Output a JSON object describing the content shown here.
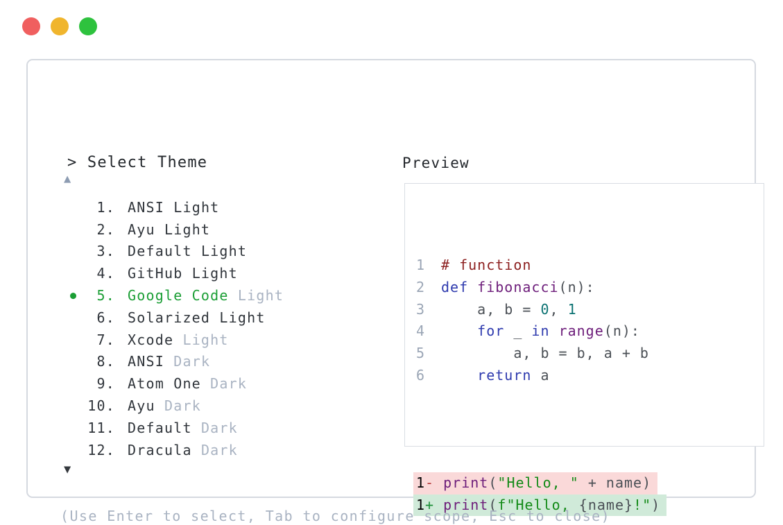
{
  "window": {
    "traffic_lights": [
      {
        "name": "close",
        "color": "#f05f5f"
      },
      {
        "name": "minimize",
        "color": "#f0b52d"
      },
      {
        "name": "zoom",
        "color": "#2ec23e"
      }
    ]
  },
  "palette": {
    "title": "> Select Theme",
    "up_arrow": "▲",
    "down_arrow": "▼",
    "selected_bullet": "●",
    "items": [
      {
        "number": "1.",
        "name": "ANSI",
        "suffix": "Light",
        "muted_suffix": false,
        "selected": false
      },
      {
        "number": "2.",
        "name": "Ayu",
        "suffix": "Light",
        "muted_suffix": false,
        "selected": false
      },
      {
        "number": "3.",
        "name": "Default",
        "suffix": "Light",
        "muted_suffix": false,
        "selected": false
      },
      {
        "number": "4.",
        "name": "GitHub",
        "suffix": "Light",
        "muted_suffix": false,
        "selected": false
      },
      {
        "number": "5.",
        "name": "Google Code",
        "suffix": "Light",
        "muted_suffix": true,
        "selected": true
      },
      {
        "number": "6.",
        "name": "Solarized",
        "suffix": "Light",
        "muted_suffix": false,
        "selected": false
      },
      {
        "number": "7.",
        "name": "Xcode",
        "suffix": "Light",
        "muted_suffix": true,
        "selected": false
      },
      {
        "number": "8.",
        "name": "ANSI",
        "suffix": "Dark",
        "muted_suffix": true,
        "selected": false
      },
      {
        "number": "9.",
        "name": "Atom One",
        "suffix": "Dark",
        "muted_suffix": true,
        "selected": false
      },
      {
        "number": "10.",
        "name": "Ayu",
        "suffix": "Dark",
        "muted_suffix": true,
        "selected": false
      },
      {
        "number": "11.",
        "name": "Default",
        "suffix": "Dark",
        "muted_suffix": true,
        "selected": false
      },
      {
        "number": "12.",
        "name": "Dracula",
        "suffix": "Dark",
        "muted_suffix": true,
        "selected": false
      }
    ],
    "hint": "(Use Enter to select, Tab to configure scope, Esc to close)"
  },
  "preview": {
    "label": "Preview",
    "code_lines": [
      {
        "num": "1",
        "tokens": [
          {
            "text": "# function",
            "type": "com"
          }
        ]
      },
      {
        "num": "2",
        "tokens": [
          {
            "text": "def ",
            "type": "kw"
          },
          {
            "text": "fibonacci",
            "type": "typ"
          },
          {
            "text": "(n):",
            "type": "pln"
          }
        ]
      },
      {
        "num": "3",
        "tokens": [
          {
            "text": "    a, b = ",
            "type": "pln"
          },
          {
            "text": "0",
            "type": "lit"
          },
          {
            "text": ", ",
            "type": "pln"
          },
          {
            "text": "1",
            "type": "lit"
          }
        ]
      },
      {
        "num": "4",
        "tokens": [
          {
            "text": "    ",
            "type": "pln"
          },
          {
            "text": "for",
            "type": "kw"
          },
          {
            "text": " _ ",
            "type": "pln"
          },
          {
            "text": "in",
            "type": "kw"
          },
          {
            "text": " ",
            "type": "pln"
          },
          {
            "text": "range",
            "type": "typ"
          },
          {
            "text": "(n):",
            "type": "pln"
          }
        ]
      },
      {
        "num": "5",
        "tokens": [
          {
            "text": "        a, b = b, a + b",
            "type": "pln"
          }
        ]
      },
      {
        "num": "6",
        "tokens": [
          {
            "text": "    ",
            "type": "pln"
          },
          {
            "text": "return",
            "type": "kw"
          },
          {
            "text": " a",
            "type": "pln"
          }
        ]
      }
    ],
    "diff_lines": [
      {
        "num": "1",
        "kind": "removed",
        "tokens": [
          {
            "text": "- ",
            "type": "minus"
          },
          {
            "text": "print",
            "type": "typ"
          },
          {
            "text": "(",
            "type": "pln"
          },
          {
            "text": "\"Hello, \"",
            "type": "str"
          },
          {
            "text": " + name)",
            "type": "pln"
          }
        ]
      },
      {
        "num": "1",
        "kind": "added",
        "tokens": [
          {
            "text": "+ ",
            "type": "plus"
          },
          {
            "text": "print",
            "type": "typ"
          },
          {
            "text": "(",
            "type": "pln"
          },
          {
            "text": "f\"Hello, ",
            "type": "str"
          },
          {
            "text": "{name}",
            "type": "pln"
          },
          {
            "text": "!\"",
            "type": "str"
          },
          {
            "text": ")",
            "type": "pln"
          }
        ]
      }
    ]
  },
  "colors": {
    "border": "#d5d9e0",
    "text_dark": "#23272c",
    "text_list": "#30353b",
    "muted": "#a9b3c2",
    "muted_arrow": "#8d9cb2",
    "green": "#1b9e35",
    "line_number": "#9aa5b5",
    "code_comment": "#8d2121",
    "code_keyword": "#2e3aae",
    "code_type": "#6d1d7a",
    "code_literal": "#0b7272",
    "code_string": "#128a16",
    "code_plain": "#4a4f55",
    "diff_minus": "#b23434",
    "diff_plus": "#1d9038",
    "diff_red_bg": "#fad9d9",
    "diff_green_bg": "#d0ead9"
  }
}
